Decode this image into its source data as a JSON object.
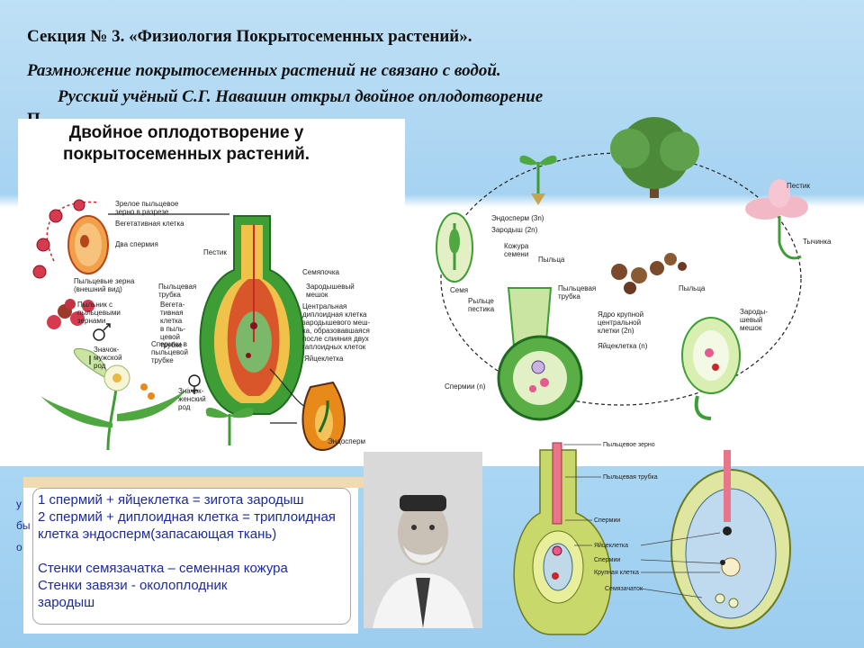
{
  "header": {
    "title": "Секция № 3. «Физиология Покрытосеменных растений».",
    "subtitle": "Размножение покрытосеменных растений не связано с водой.",
    "line3": "Русский учёный С.Г. Навашин открыл двойное оплодотворение",
    "line4": "П"
  },
  "left_diagram": {
    "title_line1": "Двойное оплодотворение у",
    "title_line2": "покрытосеменных растений.",
    "labels": {
      "mature_pollen": "Зрелое пыльцевое",
      "mature_pollen2": "зерно в разрезе",
      "veg_cell": "Вегетативная клетка",
      "two_sperm": "Два спермия",
      "pistil": "Пестик",
      "pollen_grains": "Пыльцевые зерна",
      "external_view": "(внешний вид)",
      "stamens": "Пыльник с",
      "stamens2": "пыльцевыми",
      "stamens3": "зернами",
      "male_sign": "Значок-",
      "male_sign2": "мужской",
      "male_sign3": "род",
      "pollen_tube": "Пыльцевая",
      "pollen_tube2": "трубка",
      "ovule": "Семяпочка",
      "embryo_sac": "Зародышевый",
      "embryo_sac2": "мешок",
      "veg_nucleus": "Вегета-",
      "veg_nucleus2": "тивная",
      "veg_nucleus3": "клетка",
      "veg_nucleus4": "в пыль-",
      "veg_nucleus5": "цевой",
      "veg_nucleus6": "трубке",
      "central_cell": "Центральная",
      "central_cell2": "диплоидная клетка",
      "central_cell3": "зародышевого меш-",
      "central_cell4": "ка, образовавшаяся",
      "central_cell5": "после слияния двух",
      "central_cell6": "гаплоидных клеток",
      "sperm_in_tube": "Спермии в",
      "sperm_in_tube2": "пыльцевой",
      "sperm_in_tube3": "трубке",
      "egg": "Яйцеклетка",
      "female_sign": "Значок-",
      "female_sign2": "женский",
      "female_sign3": "род",
      "endosperm": "Эндосперм"
    }
  },
  "right_diagram": {
    "labels": {
      "endosperm": "Эндосперм (3n)",
      "embryo": "Зародыш (2n)",
      "seed_coat": "Кожура",
      "seed_coat2": "семени",
      "pollen_top": "Пыльца",
      "seed": "Семя",
      "stigma": "Рыльце",
      "stigma2": "пестика",
      "pollen_tube": "Пыльцевая",
      "pollen_tube2": "трубка",
      "pistil": "Пестик",
      "stamen": "Тычинка",
      "pollen": "Пыльца",
      "central_nucleus": "Ядро крупной",
      "central_nucleus2": "центральной",
      "central_nucleus3": "клетки (2n)",
      "egg": "Яйцеклетка (n)",
      "embryo_sac": "Зароды-",
      "embryo_sac2": "шевый",
      "embryo_sac3": "мешок",
      "sperm": "Спермии (n)"
    }
  },
  "bottom_right_diagram": {
    "labels": {
      "pollen_grain": "Пыльцевое зерно",
      "pollen_tube": "Пыльцевая трубка",
      "sperm": "Спермии",
      "egg": "Яйцеклетка",
      "sperm2": "Спермии",
      "large_cell": "Крупная клетка",
      "ovule": "Семязачаток"
    }
  },
  "equations": {
    "line1": "1 спермий + яйцеклетка  = зигота       зародыш",
    "line2": "2 спермий + диплоидная клетка = триплоидная",
    "line3": "клетка    эндосперм(запасающая ткань)",
    "line4": "Стенки семязачатка – семенная кожура",
    "line5": "Стенки завязи  -   околоплодник",
    "line6": "зародыш"
  },
  "strip_text": {
    "a": "у",
    "b": "бы",
    "c": "о"
  },
  "colors": {
    "green": "#3f9d36",
    "dark_green": "#1f6b1f",
    "orange": "#e88a1a",
    "red": "#c7282e",
    "pink": "#e35b8f",
    "blue_text": "#1d2a9e"
  }
}
